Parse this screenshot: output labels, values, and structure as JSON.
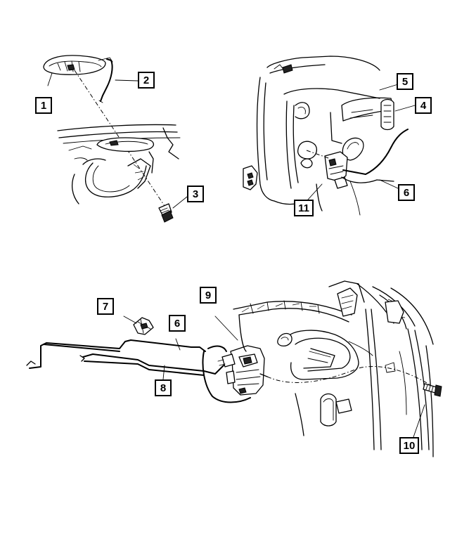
{
  "callouts": [
    {
      "id": "c1",
      "label": "1"
    },
    {
      "id": "c2",
      "label": "2"
    },
    {
      "id": "c3",
      "label": "3"
    },
    {
      "id": "c4",
      "label": "4"
    },
    {
      "id": "c5",
      "label": "5"
    },
    {
      "id": "c6a",
      "label": "6"
    },
    {
      "id": "c7",
      "label": "7"
    },
    {
      "id": "c6b",
      "label": "6"
    },
    {
      "id": "c8",
      "label": "8"
    },
    {
      "id": "c9",
      "label": "9"
    },
    {
      "id": "c10",
      "label": "10"
    },
    {
      "id": "c11",
      "label": "11"
    }
  ]
}
